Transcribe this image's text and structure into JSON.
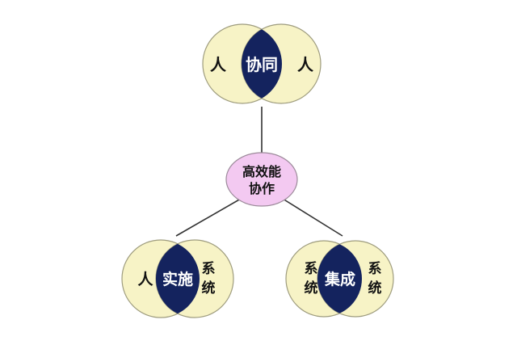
{
  "center": {
    "line1": "高效能",
    "line2": "协作"
  },
  "top": {
    "left": "人",
    "middle": "协同",
    "right": "人"
  },
  "bottom_left": {
    "left": "人",
    "middle": "实施",
    "right_line1": "系",
    "right_line2": "统"
  },
  "bottom_right": {
    "left_line1": "系",
    "left_line2": "统",
    "middle": "集成",
    "right_line1": "系",
    "right_line2": "统"
  },
  "colors": {
    "circle_fill": "#f7f3c6",
    "circle_stroke": "#9e9c7e",
    "overlap_fill": "#14235e",
    "center_fill": "#f3c9f1",
    "connector": "#333333"
  }
}
